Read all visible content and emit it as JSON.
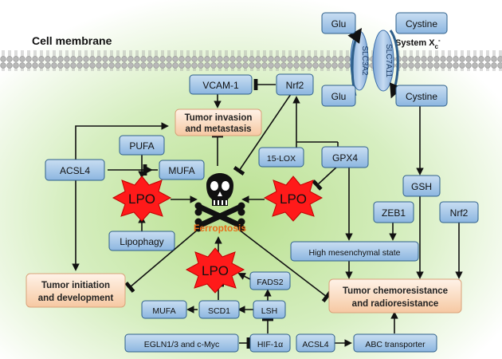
{
  "membrane": {
    "label": "Cell membrane"
  },
  "transporter": {
    "system_label": "System X",
    "system_sub": "c",
    "system_sup": "-",
    "slc3a2": "SLC3A2",
    "slc7a11": "SLC7A11",
    "glu_out": "Glu",
    "cystine_out": "Cystine",
    "glu_in": "Glu",
    "cystine_in": "Cystine"
  },
  "nodes": {
    "vcam1": "VCAM-1",
    "nrf2_top": "Nrf2",
    "pufa": "PUFA",
    "acsl4_left": "ACSL4",
    "mufa_top": "MUFA",
    "lox15": "15-LOX",
    "gpx4": "GPX4",
    "lipophagy": "Lipophagy",
    "gsh": "GSH",
    "zeb1": "ZEB1",
    "nrf2_right": "Nrf2",
    "high_mes": "High mesenchymal state",
    "fads2": "FADS2",
    "scd1": "SCD1",
    "mufa_bottom": "MUFA",
    "lsh": "LSH",
    "egln": "EGLN1/3 and c-Myc",
    "hif1a": "HIF-1α",
    "acsl4_bottom": "ACSL4",
    "abc": "ABC transporter"
  },
  "outcomes": {
    "invasion_line1": "Tumor invasion",
    "invasion_line2": "and metastasis",
    "initiation_line1": "Tumor initiation",
    "initiation_line2": "and development",
    "chemo_line1": "Tumor chemoresistance",
    "chemo_line2": "and radioresistance"
  },
  "lpo": {
    "label": "LPO"
  },
  "center": {
    "label": "Ferroptosis"
  },
  "colors": {
    "box_fill": "#9dc3e6",
    "box_stroke": "#2e5f8a",
    "outcome_fill": "#fbe1cc",
    "lpo_red": "#ff0000",
    "ferroptosis_text": "#e8701a",
    "membrane": "#a6a6a6",
    "background_glow": "#c9e7a8"
  }
}
